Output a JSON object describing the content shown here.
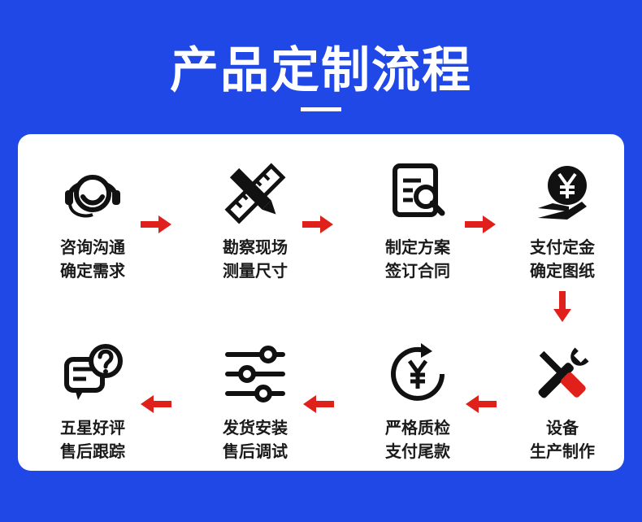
{
  "title": "产品定制流程",
  "colors": {
    "background": "#1f48e6",
    "panel": "#ffffff",
    "arrow": "#e0201a",
    "text": "#1a1a1a"
  },
  "steps": [
    {
      "icon": "customer-service-headset-icon",
      "line1": "咨询沟通",
      "line2": "确定需求"
    },
    {
      "icon": "ruler-pencil-icon",
      "line1": "勘察现场",
      "line2": "测量尺寸"
    },
    {
      "icon": "document-search-icon",
      "line1": "制定方案",
      "line2": "签订合同"
    },
    {
      "icon": "yuan-coin-hand-icon",
      "line1": "支付定金",
      "line2": "确定图纸"
    },
    {
      "icon": "wrench-screwdriver-icon",
      "line1": "设备",
      "line2": "生产制作"
    },
    {
      "icon": "yuan-refresh-icon",
      "line1": "严格质检",
      "line2": "支付尾款"
    },
    {
      "icon": "sliders-icon",
      "line1": "发货安装",
      "line2": "售后调试"
    },
    {
      "icon": "chat-question-icon",
      "line1": "五星好评",
      "line2": "售后跟踪"
    }
  ]
}
